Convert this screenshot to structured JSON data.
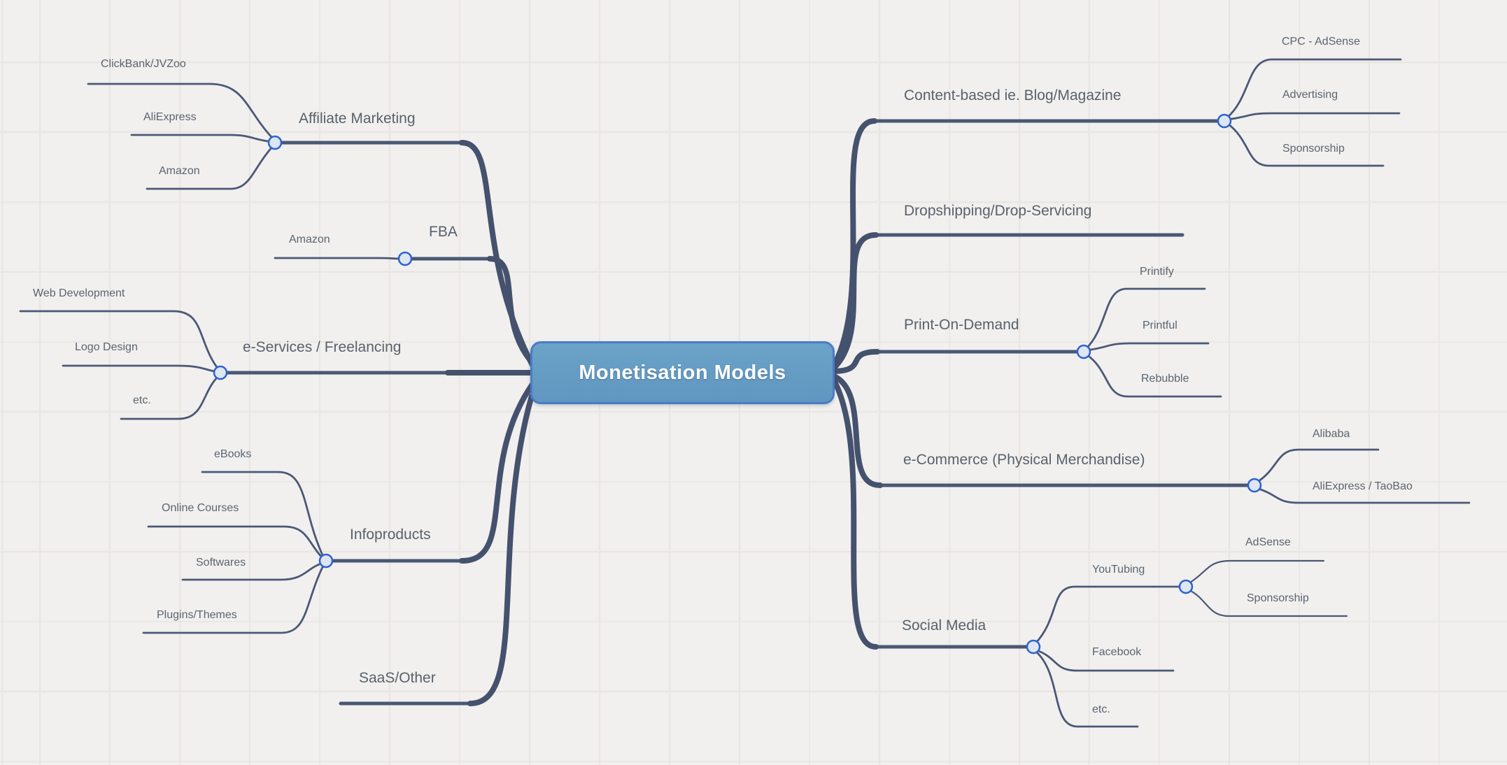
{
  "mindmap": {
    "root": "Monetisation Models",
    "left": [
      {
        "label": "Affiliate Marketing",
        "children": [
          {
            "label": "ClickBank/JVZoo"
          },
          {
            "label": "AliExpress"
          },
          {
            "label": "Amazon"
          }
        ]
      },
      {
        "label": "FBA",
        "children": [
          {
            "label": "Amazon"
          }
        ]
      },
      {
        "label": "e-Services / Freelancing",
        "children": [
          {
            "label": "Web Development"
          },
          {
            "label": "Logo Design"
          },
          {
            "label": "etc."
          }
        ]
      },
      {
        "label": "Infoproducts",
        "children": [
          {
            "label": "eBooks"
          },
          {
            "label": "Online Courses"
          },
          {
            "label": "Softwares"
          },
          {
            "label": "Plugins/Themes"
          }
        ]
      },
      {
        "label": "SaaS/Other",
        "children": []
      }
    ],
    "right": [
      {
        "label": "Content-based ie. Blog/Magazine",
        "children": [
          {
            "label": "CPC - AdSense"
          },
          {
            "label": "Advertising"
          },
          {
            "label": "Sponsorship"
          }
        ]
      },
      {
        "label": "Dropshipping/Drop-Servicing",
        "children": []
      },
      {
        "label": "Print-On-Demand",
        "children": [
          {
            "label": "Printify"
          },
          {
            "label": "Printful"
          },
          {
            "label": "Rebubble"
          }
        ]
      },
      {
        "label": "e-Commerce (Physical Merchandise)",
        "children": [
          {
            "label": "Alibaba"
          },
          {
            "label": "AliExpress / TaoBao"
          }
        ]
      },
      {
        "label": "Social Media",
        "children": [
          {
            "label": "YouTubing",
            "children": [
              {
                "label": "AdSense"
              },
              {
                "label": "Sponsorship"
              }
            ]
          },
          {
            "label": "Facebook"
          },
          {
            "label": "etc."
          }
        ]
      }
    ],
    "colors": {
      "background": "#f1f0ee",
      "grid_line": "#e8e5e2",
      "link_line": "#45526e",
      "toggle_fill": "#dde6f4",
      "toggle_stroke": "#2e61cf",
      "root_fill": "#649bc4",
      "root_border": "#4a7cc7",
      "root_text": "#ffffff",
      "label_text": "#5c6470"
    }
  }
}
